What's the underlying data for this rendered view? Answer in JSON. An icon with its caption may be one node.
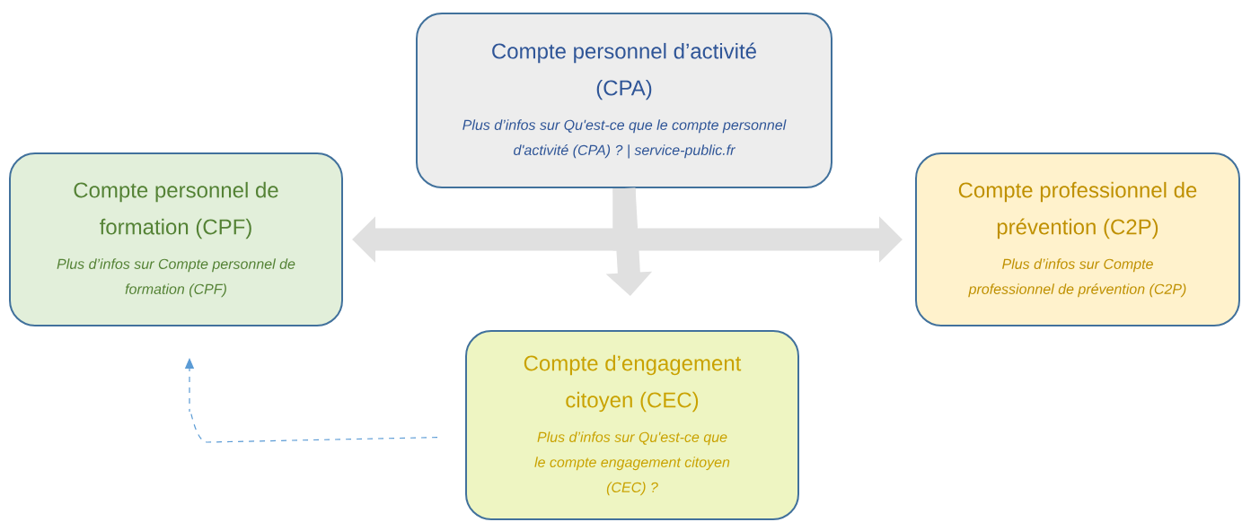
{
  "diagram": {
    "nodes": [
      {
        "text": [
          "Compte personnel d’activité (CPA)",
          "Plus d’infos sur Qu'est-ce que le compte personnel d'activité (CPA) ? | service-public.fr"
        ]
      },
      {
        "text": [
          "Compte personnel de formation (CPF)",
          "Plus d’infos sur Compte personnel de formation (CPF)"
        ]
      },
      {
        "text": [
          "Compte professionnel de prévention (C2P)",
          "Plus d’infos sur Compte professionnel de prévention (C2P)"
        ]
      },
      {
        "text": [
          "Compte d’engagement citoyen (CEC)",
          "Plus d’infos sur Qu'est-ce que le compte engagement citoyen (CEC) ?"
        ]
      }
    ],
    "edges": [
      {
        "from": 0,
        "to": 1,
        "arrow": "to"
      },
      {
        "from": 0,
        "to": 2,
        "arrow": "to"
      },
      {
        "from": 0,
        "to": 3,
        "arrow": "to"
      },
      {
        "from": 3,
        "to": 1,
        "arrow": "to",
        "style": "dashed",
        "color": "#5b9bd5"
      }
    ]
  }
}
